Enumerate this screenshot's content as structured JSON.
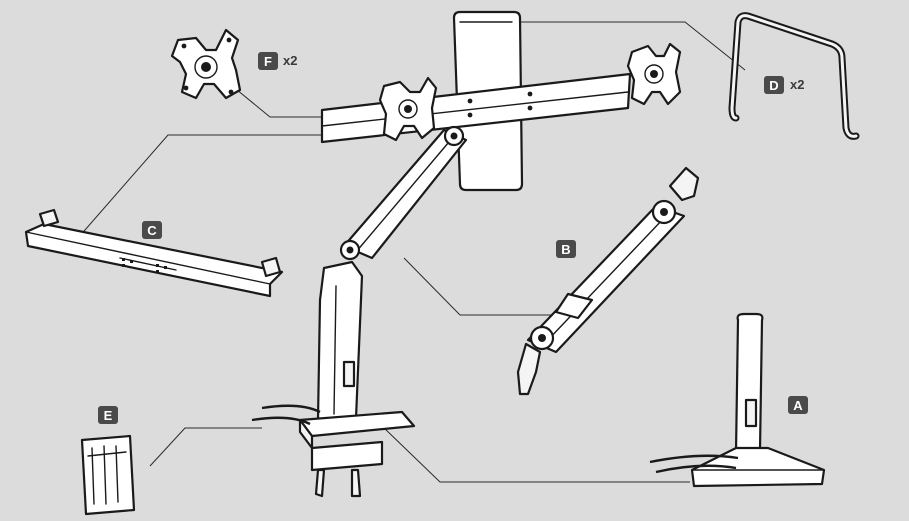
{
  "parts": [
    {
      "id": "A",
      "label": "A",
      "qty": ""
    },
    {
      "id": "B",
      "label": "B",
      "qty": ""
    },
    {
      "id": "C",
      "label": "C",
      "qty": ""
    },
    {
      "id": "D",
      "label": "D",
      "qty": "x2"
    },
    {
      "id": "E",
      "label": "E",
      "qty": ""
    },
    {
      "id": "F",
      "label": "F",
      "qty": "x2"
    }
  ],
  "colors": {
    "background": "#dcdcdc",
    "badge": "#4a4a4a",
    "line": "#1a1a1a"
  }
}
